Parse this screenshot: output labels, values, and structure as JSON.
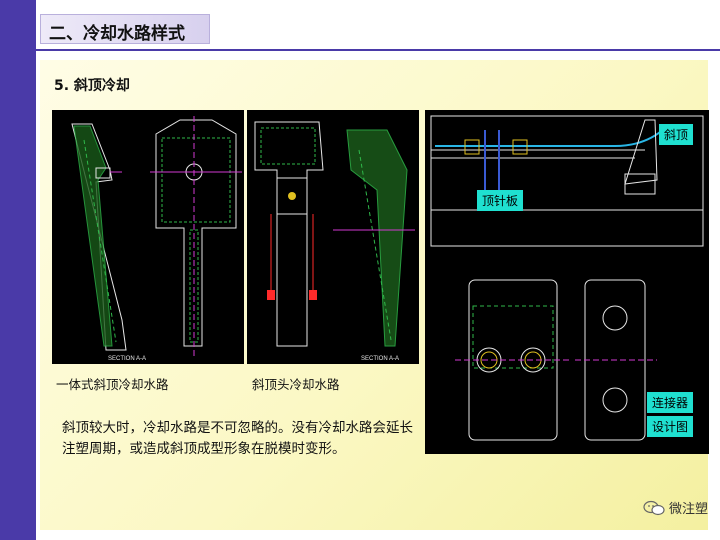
{
  "header": {
    "title": "二、冷却水路样式"
  },
  "section": {
    "title": "5. 斜顶冷却"
  },
  "captions": {
    "left": "一体式斜顶冷却水路",
    "middle": "斜顶头冷却水路"
  },
  "drawing_labels": {
    "section_left": "SECTION A-A",
    "section_mid": "SECTION A-A"
  },
  "description": "斜顶较大时，冷却水路是不可忽略的。没有冷却水路会延长注塑周期，或造成斜顶成型形象在脱模时变形。",
  "right_panel": {
    "label_lifter": "斜顶",
    "label_ejector_plate": "顶针板",
    "label_connector_1": "连接器",
    "label_connector_2": "设计图"
  },
  "watermark": {
    "icon": "wechat-icon",
    "text": "微注塑"
  },
  "colors": {
    "accent": "#4a3aa8",
    "label_bg": "#1fe0d0",
    "cad_green": "#2fb84a",
    "cad_white": "#e6e6e6"
  }
}
